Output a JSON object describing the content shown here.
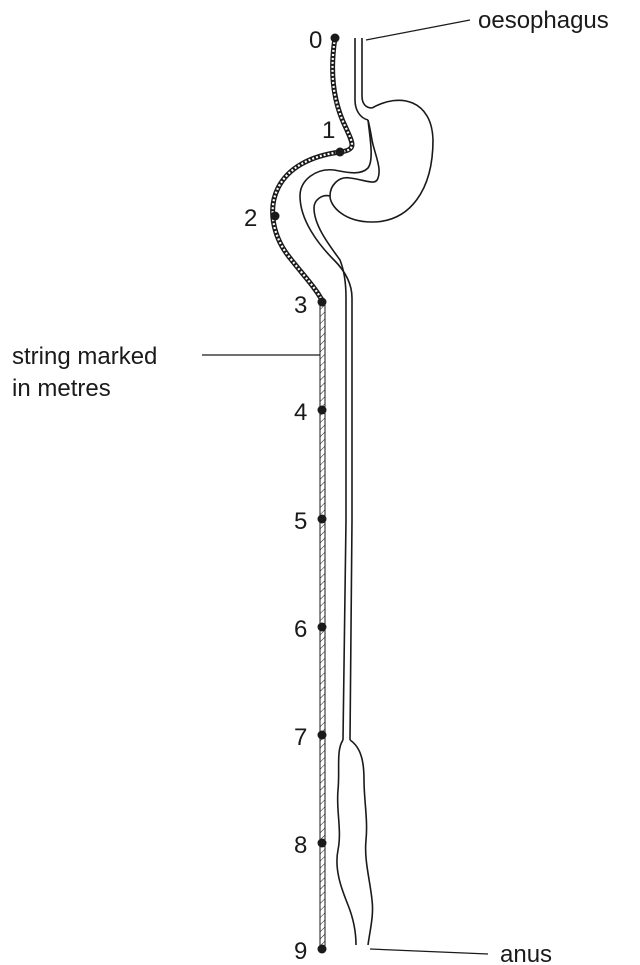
{
  "labels": {
    "oesophagus": "oesophagus",
    "string_line1": "string marked",
    "string_line2": "in metres",
    "anus": "anus"
  },
  "string_marks": [
    "0",
    "1",
    "2",
    "3",
    "4",
    "5",
    "6",
    "7",
    "8",
    "9"
  ]
}
